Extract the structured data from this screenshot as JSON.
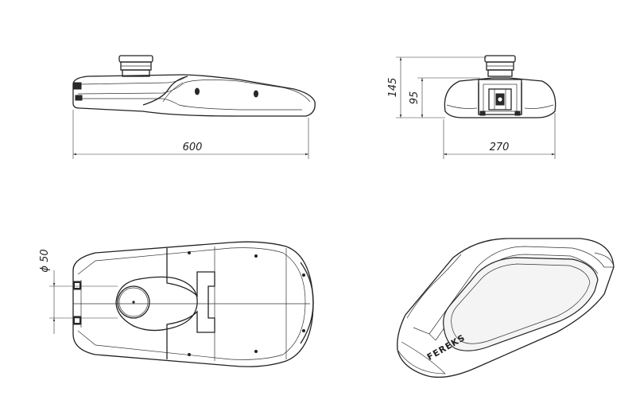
{
  "dimensions": {
    "side_length": "600",
    "front_width": "270",
    "front_height_total": "145",
    "front_height_body": "95",
    "mount_diameter": "ϕ 50"
  },
  "brand_label": "FEREKS"
}
